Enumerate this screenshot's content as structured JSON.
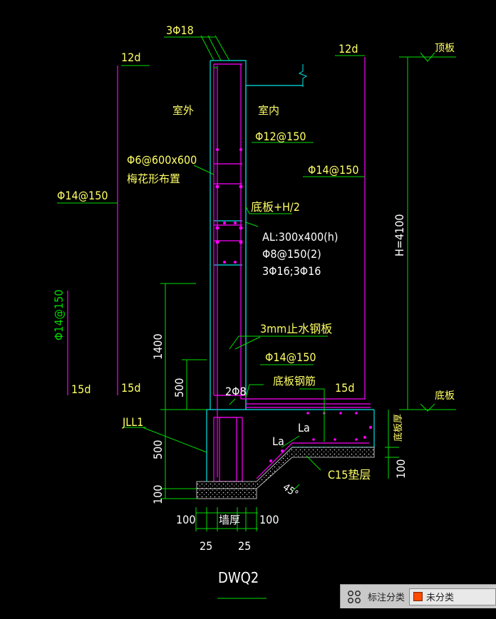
{
  "colors": {
    "background": "#000000",
    "concrete_outline": "#00e5e5",
    "rebar": "#ff00ff",
    "dimension": "#00dd00",
    "text_yellow": "#ffff66",
    "text_white": "#ffffff",
    "hatch": "#e8e8e8",
    "category_swatch": "#ff4a00"
  },
  "drawing": {
    "top_bars": "3Φ18",
    "anchor_12d_left": "12d",
    "anchor_12d_right": "12d",
    "roof_slab": "顶板",
    "outside": "室外",
    "inside": "室内",
    "horizontal_rebar": "Φ12@150",
    "tie_bars_spec": "Φ6@600x600",
    "tie_bars_layout": "梅花形布置",
    "inner_vertical_rebar": "Φ14@150",
    "outer_vertical_rebar": "Φ14@150",
    "height_label": "H=4100",
    "slab_mid": "底板+H/2",
    "beam_size": "AL:300x400(h)",
    "beam_stirrup": "Φ8@150(2)",
    "beam_bars": "3Φ16;3Φ16",
    "outer_bottom_rebar": "Φ14@150",
    "waterstop": "3mm止水钢板",
    "lower_inner_rebar": "Φ14@150",
    "slab_rebar": "底板钢筋",
    "anchor_15d_1": "15d",
    "anchor_15d_2": "15d",
    "anchor_15d_3": "15d",
    "bottom_slab": "底板",
    "slab_thickness": "底板厚",
    "dim_1400": "1400",
    "dim_500_upper": "500",
    "dim_500_lower": "500",
    "dim_100_left": "100",
    "dim_100_right": "100",
    "dim_100_base": "100",
    "dim_100_bottom_right": "100",
    "two_bars": "2Φ8",
    "jll1": "JLL1",
    "la_left": "La",
    "la_right": "La",
    "c15": "C15垫层",
    "angle": "45°",
    "wall_thickness": "墙厚",
    "dim_25_left": "25",
    "dim_25_right": "25",
    "title": "DWQ2"
  },
  "panel": {
    "label": "标注分类",
    "selected": "未分类"
  }
}
